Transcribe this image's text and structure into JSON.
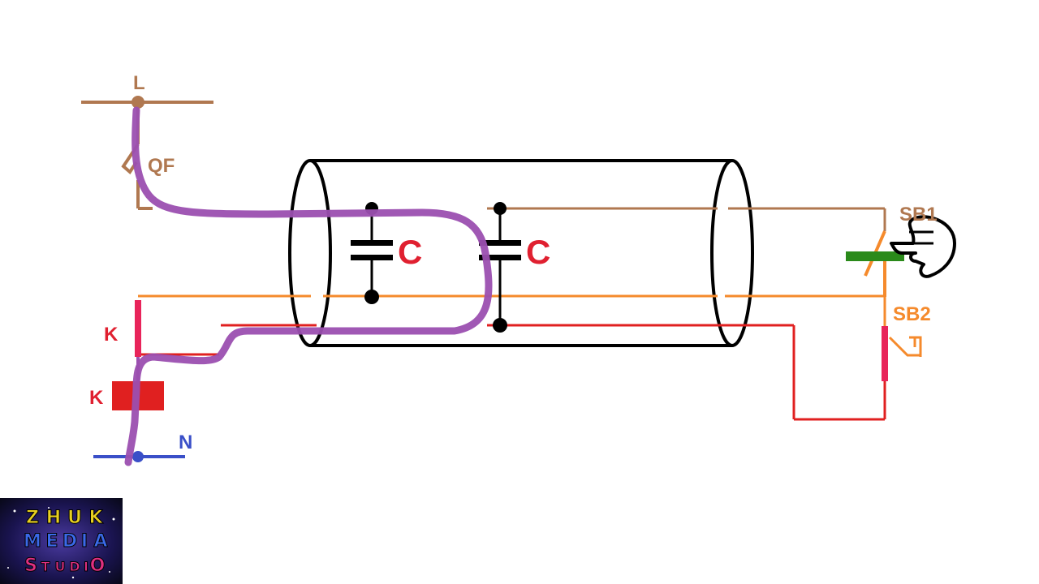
{
  "labels": {
    "line": "L",
    "breaker": "QF",
    "neutral": "N",
    "contact": "K",
    "coil": "K",
    "cap1": "C",
    "cap2": "C",
    "button1": "SB1",
    "button2": "SB2"
  },
  "logo": {
    "line1": [
      "Z",
      "H",
      "U",
      "K"
    ],
    "line2": [
      "M",
      "E",
      "D",
      "I",
      "A"
    ],
    "line3": [
      "S",
      "T",
      "U",
      "D",
      "I",
      "O"
    ]
  },
  "colors": {
    "phase": "#b07850",
    "orange": "#f58a2c",
    "red": "#e02020",
    "purple": "#9b4fb0",
    "neutral": "#3a4fc8",
    "cable": "#000000",
    "coil": "#e02020",
    "contact": "#e8245a",
    "sb1_bar": "#2a8a1a",
    "label_red": "#e02030",
    "label_brown": "#b07850",
    "label_orange": "#f58a2c",
    "label_blue": "#3a4fc8"
  },
  "icons": [
    "hand-pointer-icon",
    "breaker-switch-icon",
    "capacitor-icon",
    "button-spring-icon"
  ]
}
